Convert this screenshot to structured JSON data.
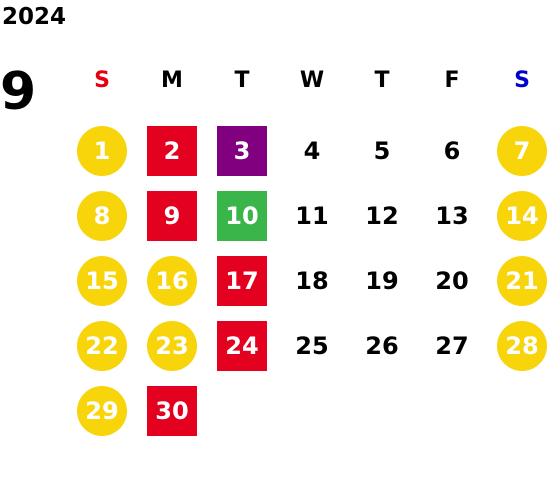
{
  "header": {
    "year": "2024",
    "month": "9"
  },
  "colors": {
    "sunday_label": "#e60012",
    "saturday_label": "#0000cc",
    "weekday_label": "#000000",
    "holiday_yellow": "#f8d40a",
    "closed_red": "#e4001f",
    "purple": "#800080",
    "green": "#39b54a"
  },
  "weekdays": [
    {
      "label": "S",
      "color": "#e60012"
    },
    {
      "label": "M",
      "color": "#000000"
    },
    {
      "label": "T",
      "color": "#000000"
    },
    {
      "label": "W",
      "color": "#000000"
    },
    {
      "label": "T",
      "color": "#000000"
    },
    {
      "label": "F",
      "color": "#000000"
    },
    {
      "label": "S",
      "color": "#0000cc"
    }
  ],
  "days": [
    {
      "day": "1",
      "style": "circle",
      "color": "#f8d40a"
    },
    {
      "day": "2",
      "style": "square",
      "color": "#e4001f"
    },
    {
      "day": "3",
      "style": "square",
      "color": "#800080"
    },
    {
      "day": "4",
      "style": "plain"
    },
    {
      "day": "5",
      "style": "plain"
    },
    {
      "day": "6",
      "style": "plain"
    },
    {
      "day": "7",
      "style": "circle",
      "color": "#f8d40a"
    },
    {
      "day": "8",
      "style": "circle",
      "color": "#f8d40a"
    },
    {
      "day": "9",
      "style": "square",
      "color": "#e4001f"
    },
    {
      "day": "10",
      "style": "square",
      "color": "#39b54a"
    },
    {
      "day": "11",
      "style": "plain"
    },
    {
      "day": "12",
      "style": "plain"
    },
    {
      "day": "13",
      "style": "plain"
    },
    {
      "day": "14",
      "style": "circle",
      "color": "#f8d40a"
    },
    {
      "day": "15",
      "style": "circle",
      "color": "#f8d40a"
    },
    {
      "day": "16",
      "style": "circle",
      "color": "#f8d40a"
    },
    {
      "day": "17",
      "style": "square",
      "color": "#e4001f"
    },
    {
      "day": "18",
      "style": "plain"
    },
    {
      "day": "19",
      "style": "plain"
    },
    {
      "day": "20",
      "style": "plain"
    },
    {
      "day": "21",
      "style": "circle",
      "color": "#f8d40a"
    },
    {
      "day": "22",
      "style": "circle",
      "color": "#f8d40a"
    },
    {
      "day": "23",
      "style": "circle",
      "color": "#f8d40a"
    },
    {
      "day": "24",
      "style": "square",
      "color": "#e4001f"
    },
    {
      "day": "25",
      "style": "plain"
    },
    {
      "day": "26",
      "style": "plain"
    },
    {
      "day": "27",
      "style": "plain"
    },
    {
      "day": "28",
      "style": "circle",
      "color": "#f8d40a"
    },
    {
      "day": "29",
      "style": "circle",
      "color": "#f8d40a"
    },
    {
      "day": "30",
      "style": "square",
      "color": "#e4001f"
    }
  ]
}
